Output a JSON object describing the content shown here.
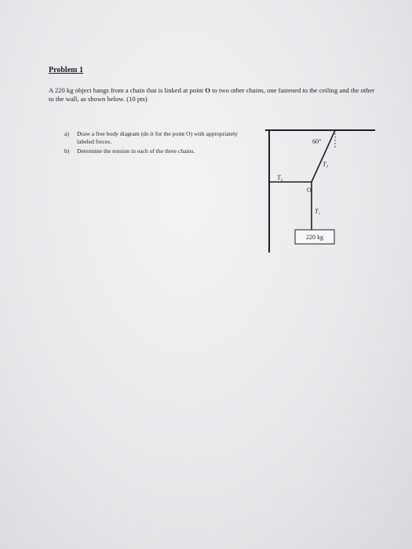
{
  "problem": {
    "title": "Problem 1",
    "statement_pre": "A 220 kg object hangs from a chain that is linked at point ",
    "statement_point": "O",
    "statement_post": " to two other chains, one fastened to the ceiling and the other to the wall, as shown below.",
    "points": "(10 pts)",
    "parts": [
      {
        "label": "a)",
        "text": "Draw a free body diagram (do it for the point O) with appropriately labeled forces."
      },
      {
        "label": "b)",
        "text": "Determine the tension in each of the three chains."
      }
    ]
  },
  "figure": {
    "angle_label": "60°",
    "t1_label": "T₁",
    "t2_label": "T₂",
    "t3_label": "T₃",
    "point_label": "O",
    "mass_label": "220 kg"
  },
  "colors": {
    "ink": "#1e1e22",
    "paper": "#ececee"
  }
}
